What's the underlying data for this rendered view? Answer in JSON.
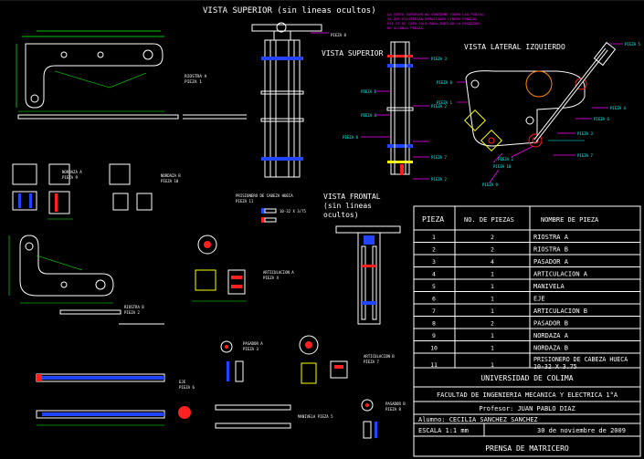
{
  "colors": {
    "background": "#000000",
    "outline": "#ffffff",
    "dims": "#00ff00",
    "dims_text": "#00ff66",
    "callout": "#ff00ff",
    "labels": "#00ffff",
    "fills_blue": "#2244ff",
    "fills_red": "#ff2020",
    "highlight_yellow": "#ffff00",
    "orange": "#ff8800"
  },
  "views": {
    "top_view_no_hidden": "VISTA SUPERIOR (sin lineas ocultos)",
    "top_view": "VISTA SUPERIOR",
    "left_side_view": "VISTA LATERAL IZQUIERDO",
    "front_view_line1": "VISTA FRONTAL",
    "front_view_line2": "(sin lineas",
    "front_view_line3": "ocultos)"
  },
  "notes": {
    "top_note_1": "LA VISTA SUPERIOR NO CONTIENE TODAS LAS PIEZAS",
    "top_note_2": "YA QUE EXISTIRIAN DEMASIADAS LINEAS PUNTUAL",
    "top_note_3": "ESE ES EL CASO SOLO PARA INDICAR LA POSICION",
    "top_note_4": "DE ALGUNAS PIEZAS"
  },
  "part_labels": {
    "riostra_a": [
      "RIOSTRA A",
      "PIEZA 1"
    ],
    "riostra_b": [
      "RIOSTRA B",
      "PIEZA 2"
    ],
    "nordaza_a": [
      "NORDAZA A",
      "PIEZA 9"
    ],
    "nordaza_b": [
      "NORDAZA B",
      "PIEZA 10"
    ],
    "prisionero": [
      "PRISIONERO DE CABEZA HUECA",
      "PIEZA 11"
    ],
    "prisionero_dim": "10-32 X 3/75",
    "articulacion_a": [
      "ARTICULACION A",
      "PIEZA 4"
    ],
    "articulacion_b": [
      "ARTICULACION B",
      "PIEZA 7"
    ],
    "pasador_a": [
      "PASADOR A",
      "PIEZA 3"
    ],
    "pasador_b": [
      "PASADOR B",
      "PIEZA 8"
    ],
    "eje": [
      "EJE",
      "PIEZA 6"
    ],
    "manivela": "MANIVELA PIEZA 5",
    "pieza_8_top": "PIEZA 8"
  },
  "callouts_top": [
    "PIEZA 3",
    "PIEZA 1",
    "PIEZA 3",
    "PIEZA 8",
    "PIEZA 2",
    "PIEZA 7",
    "PIEZA 2"
  ],
  "callouts_side": [
    "PIEZA 5",
    "PIEZA 4",
    "PIEZA 6",
    "PIEZA 3",
    "PIEZA 7",
    "PIEZA 1",
    "PIEZA 8",
    "PIEZA 10",
    "PIEZA 9",
    "PIEZA 2"
  ],
  "table": {
    "headers": [
      "PIEZA",
      "NO. DE PIEZAS",
      "NOMBRE DE PIEZA"
    ],
    "rows": [
      [
        "1",
        "2",
        "RIOSTRA A"
      ],
      [
        "2",
        "2",
        "RIOSTRA B"
      ],
      [
        "3",
        "4",
        "PASADOR A"
      ],
      [
        "4",
        "1",
        "ARTICULACION A"
      ],
      [
        "5",
        "1",
        "MANIVELA"
      ],
      [
        "6",
        "1",
        "EJE"
      ],
      [
        "7",
        "1",
        "ARTICULACION B"
      ],
      [
        "8",
        "2",
        "PASADOR B"
      ],
      [
        "9",
        "1",
        "NORDAZA A"
      ],
      [
        "10",
        "1",
        "NORDAZA B"
      ],
      [
        "11",
        "1",
        "PRISIONERO DE CABEZA HUECA  10-32 X 3.75"
      ]
    ]
  },
  "title_block": {
    "university": "UNIVERSIDAD DE COLIMA",
    "faculty": "FACULTAD DE INGENIERIA MECANICA Y ELECTRICA 1°A",
    "professor": "Profesor: JUAN PABLO DIAZ",
    "student": "Alumno: CECILIA SANCHEZ SANCHEZ",
    "scale": "ESCALA 1:1 mm",
    "date": "30 de noviembre de 2009",
    "title": "PRENSA DE MATRICERO"
  }
}
